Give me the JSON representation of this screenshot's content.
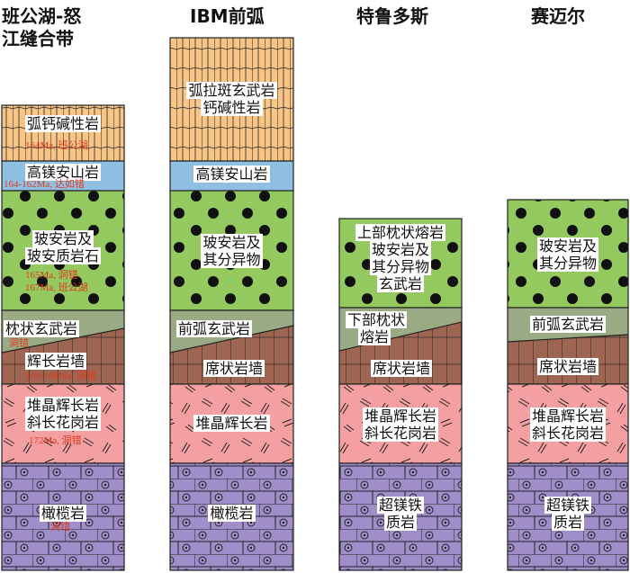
{
  "colors": {
    "calc_alkaline": "#f8c586",
    "high_mg_andesite": "#8fbfe1",
    "boninite": "#93c95e",
    "basalt": "#9aaa84",
    "dike": "#9d6552",
    "gabbro": "#f4a0a2",
    "ultramafic": "#9f8ec9",
    "age_text": "#e03a1e"
  },
  "columns": [
    {
      "title_lines": [
        "班公湖-怒",
        "江缝合带"
      ],
      "layers": [
        {
          "type": "calc_alkaline",
          "label_lines": [
            "弧钙碱性岩"
          ],
          "ages": [
            "164Ma, 班公湖"
          ]
        },
        {
          "type": "high_mg_andesite",
          "label_lines": [
            "高镁安山岩"
          ],
          "ages": [
            "164-162Ma, 达如错"
          ]
        },
        {
          "type": "boninite",
          "label_lines": [
            "玻安岩及",
            "玻安质岩石"
          ],
          "ages": [
            "165Ma, 洞错",
            "167Ma, 班公湖"
          ]
        },
        {
          "type": "basalt",
          "label_lines": [
            "枕状玄武岩"
          ],
          "ages": [
            "洞错"
          ]
        },
        {
          "type": "dike",
          "label_lines": [
            "辉长岩墙"
          ],
          "ages": [
            "169-168Ma, 洞错"
          ]
        },
        {
          "type": "gabbro",
          "label_lines": [
            "堆晶辉长岩",
            "斜长花岗岩"
          ],
          "ages": [
            "172Ma, 洞错"
          ]
        },
        {
          "type": "ultramafic",
          "label_lines": [
            "橄榄岩"
          ],
          "ages": [
            "洞错"
          ]
        }
      ]
    },
    {
      "title_lines": [
        "IBM前弧"
      ],
      "layers": [
        {
          "type": "calc_alkaline",
          "label_lines": [
            "弧拉斑玄武岩",
            "钙碱性岩"
          ],
          "ages": []
        },
        {
          "type": "high_mg_andesite",
          "label_lines": [
            "高镁安山岩"
          ],
          "ages": []
        },
        {
          "type": "boninite",
          "label_lines": [
            "玻安岩及",
            "其分异物"
          ],
          "ages": []
        },
        {
          "type": "basalt",
          "label_lines": [
            "前弧玄武岩"
          ],
          "ages": []
        },
        {
          "type": "dike",
          "label_lines": [
            "席状岩墙"
          ],
          "ages": []
        },
        {
          "type": "gabbro",
          "label_lines": [
            "堆晶辉长岩"
          ],
          "ages": []
        },
        {
          "type": "ultramafic",
          "label_lines": [
            "橄榄岩"
          ],
          "ages": []
        }
      ]
    },
    {
      "title_lines": [
        "特鲁多斯"
      ],
      "layers": [
        {
          "type": "boninite",
          "label_lines": [
            "上部枕状熔岩",
            "玻安岩及",
            "其分异物",
            "玄武岩"
          ],
          "ages": []
        },
        {
          "type": "basalt",
          "label_lines": [
            "下部枕状",
            "熔岩"
          ],
          "ages": []
        },
        {
          "type": "dike",
          "label_lines": [
            "席状岩墙"
          ],
          "ages": []
        },
        {
          "type": "gabbro",
          "label_lines": [
            "堆晶辉长岩",
            "斜长花岗岩"
          ],
          "ages": []
        },
        {
          "type": "ultramafic",
          "label_lines": [
            "超镁铁",
            "质岩"
          ],
          "ages": []
        }
      ]
    },
    {
      "title_lines": [
        "赛迈尔"
      ],
      "layers": [
        {
          "type": "boninite",
          "label_lines": [
            "玻安岩及",
            "其分异物"
          ],
          "ages": []
        },
        {
          "type": "basalt",
          "label_lines": [
            "前弧玄武岩"
          ],
          "ages": []
        },
        {
          "type": "dike",
          "label_lines": [
            "席状岩墙"
          ],
          "ages": []
        },
        {
          "type": "gabbro",
          "label_lines": [
            "堆晶辉长岩",
            "斜长花岗岩"
          ],
          "ages": []
        },
        {
          "type": "ultramafic",
          "label_lines": [
            "超镁铁",
            "质岩"
          ],
          "ages": []
        }
      ]
    }
  ]
}
